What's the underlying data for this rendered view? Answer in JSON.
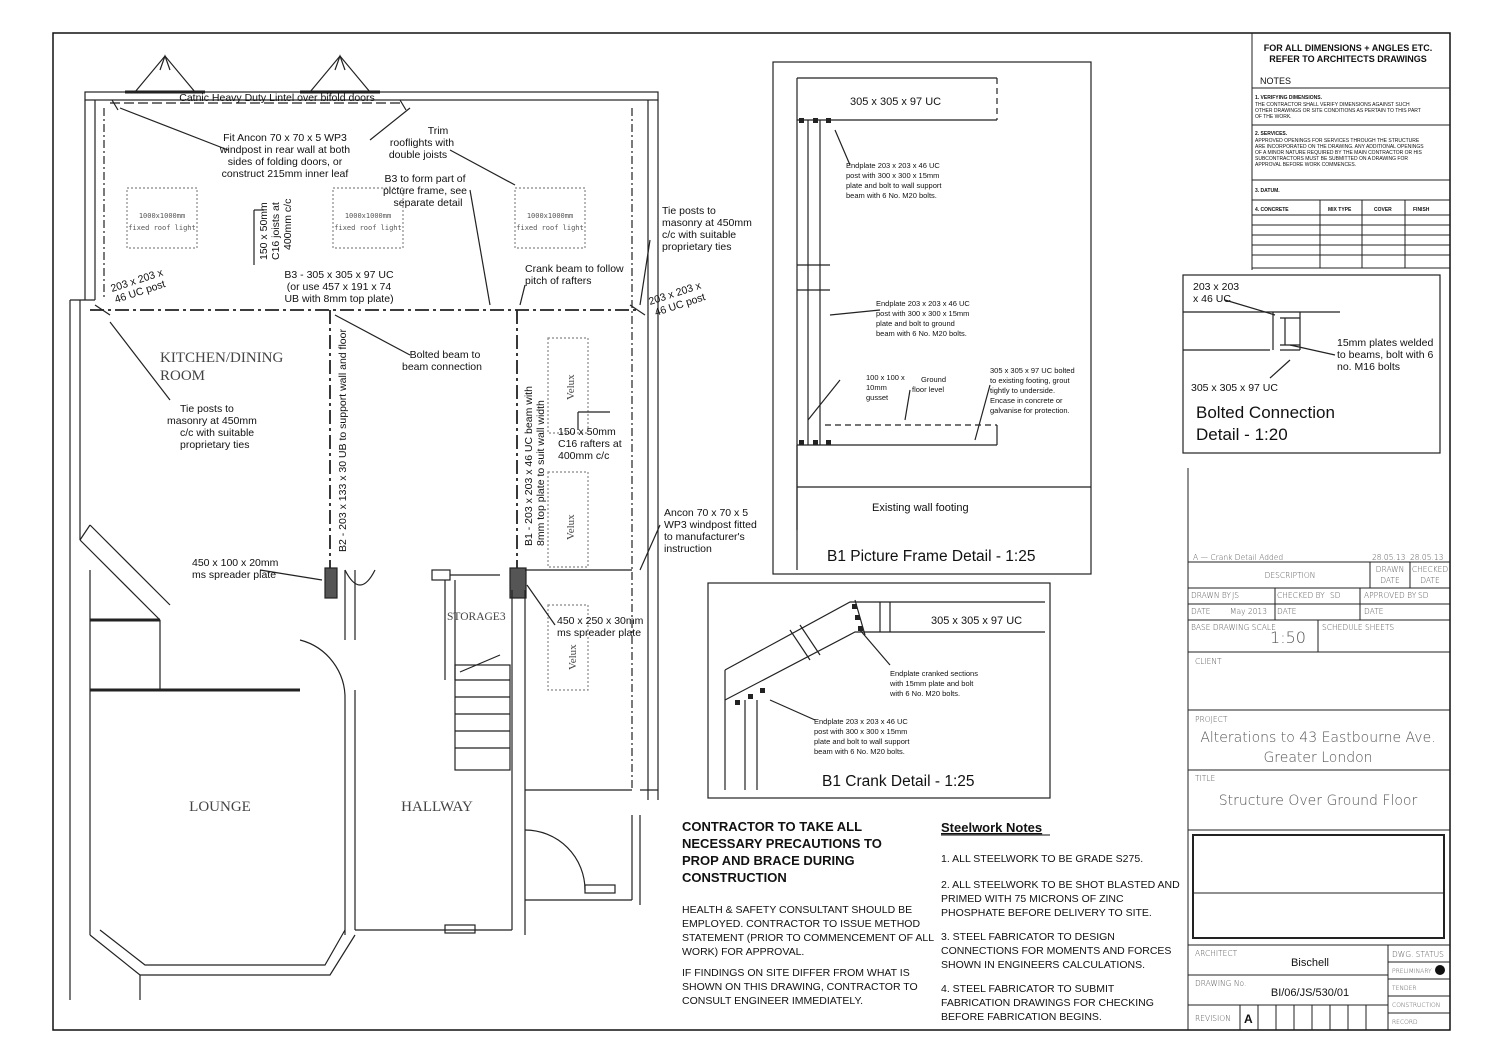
{
  "plan": {
    "lintel": "Catnic Heavy Duty Lintel over bifold doors",
    "windpost_note": [
      "Fit Ancon 70 x 70 x 5 WP3",
      "windpost in rear wall at both",
      "sides of folding doors, or",
      "construct 215mm inner leaf"
    ],
    "trim_note": [
      "Trim",
      "rooflights with",
      "double joists"
    ],
    "b3_frame_note": [
      "B3 to form part of",
      "picture frame, see",
      "separate detail"
    ],
    "rooflight_label": [
      "1000x1000mm",
      "fixed roof light"
    ],
    "joists_note": [
      "150 x 50mm",
      "C16 joists at",
      "400mm c/c"
    ],
    "tie_posts_top": [
      "Tie posts to",
      "masonry at 450mm",
      "c/c with suitable",
      "proprietary ties"
    ],
    "post_left": [
      "203 x 203 x",
      "46 UC post"
    ],
    "post_right": [
      "203 x 203 x",
      "46 UC post"
    ],
    "b3_note": [
      "B3 - 305 x 305 x 97 UC",
      "(or use 457 x 191 x 74",
      "UB with 8mm top plate)"
    ],
    "crank_note": [
      "Crank beam to follow",
      "pitch of rafters"
    ],
    "room_kitchen": [
      "KITCHEN/DINING",
      "ROOM"
    ],
    "bolted_note": [
      "Bolted beam to",
      "beam connection"
    ],
    "tie_posts_left": [
      "Tie posts to",
      "masonry at 450mm",
      "c/c with suitable",
      "proprietary ties"
    ],
    "b2_label": "B2 - 203 x 133 x 30 UB to support wall and floor",
    "b1_label": [
      "B1 - 203 x 203 x 46 UC beam with",
      "8mm top plate to suit wall width"
    ],
    "velux": "Velux",
    "rafters_note": [
      "150 x 50mm",
      "C16 rafters at",
      "400mm c/c"
    ],
    "windpost_right": [
      "Ancon 70 x 70 x 5",
      "WP3 windpost fitted",
      "to manufacturer's",
      "instruction"
    ],
    "spreader_left": [
      "450 x 100 x 20mm",
      "ms spreader plate"
    ],
    "spreader_right": [
      "450 x 250 x 30mm",
      "ms spreader plate"
    ],
    "room_storage": "STORAGE3",
    "room_lounge": "LOUNGE",
    "room_hallway": "HALLWAY"
  },
  "picture_frame": {
    "beam": "305 x 305 x 97 UC",
    "endplate_top": [
      "Endplate 203 x 203 x 46 UC",
      "post with 300 x 300 x 15mm",
      "plate and bolt to wall support",
      "beam with 6 No. M20 bolts."
    ],
    "endplate_bottom": [
      "Endplate 203 x 203 x 46 UC",
      "post with 300 x 300 x 15mm",
      "plate and bolt to ground",
      "beam with 6 No. M20 bolts."
    ],
    "gusset": [
      "100 x 100 x",
      "10mm",
      "gusset"
    ],
    "ground_floor": [
      "Ground",
      "floor level"
    ],
    "bottom_beam": [
      "305 x 305 x 97 UC bolted",
      "to existing footing, grout",
      "tightly to underside.",
      "Encase in concrete or",
      "galvanise for protection."
    ],
    "footing": "Existing wall footing",
    "title": "B1 Picture Frame Detail - 1:25"
  },
  "crank_detail": {
    "beam": "305 x 305 x 97 UC",
    "endplate_crank": [
      "Endplate cranked sections",
      "with 15mm plate and bolt",
      "with 6 No. M20 bolts."
    ],
    "endplate_post": [
      "Endplate 203 x 203 x 46 UC",
      "post with 300 x 300 x 15mm",
      "plate and bolt to wall support",
      "beam with 6 No. M20 bolts."
    ],
    "title": "B1 Crank Detail - 1:25"
  },
  "bolted_connection": {
    "post": [
      "203 x 203",
      "x 46 UC"
    ],
    "plates": [
      "15mm plates welded",
      "to beams, bolt with 6",
      "no. M16 bolts"
    ],
    "beam": "305 x 305 x 97 UC",
    "title": [
      "Bolted Connection",
      "Detail - 1:20"
    ]
  },
  "notes_panel": {
    "header": [
      "FOR ALL DIMENSIONS + ANGLES ETC.",
      "REFER TO ARCHITECTS DRAWINGS"
    ],
    "notes_title": "NOTES",
    "n1_title": "1. VERIFYING DIMENSIONS.",
    "n1_body": [
      "THE CONTRACTOR SHALL VERIFY DIMENSIONS AGAINST SUCH",
      "OTHER DRAWINGS OR SITE CONDITIONS AS PERTAIN TO THIS PART",
      "OF THE WORK."
    ],
    "n2_title": "2. SERVICES.",
    "n2_body": [
      "APPROVED OPENINGS FOR SERVICES THROUGH THE STRUCTURE",
      "ARE INCORPORATED ON THE DRAWING. ANY ADDITIONAL OPENINGS",
      "OF A MINOR NATURE REQUIRED BY THE MAIN CONTRACTOR OR HIS",
      "SUBCONTRACTORS MUST BE SUBMITTED ON A DRAWING FOR",
      "APPROVAL BEFORE WORK COMMENCES."
    ],
    "n3_title": "3. DATUM.",
    "concrete_cols": [
      "4. CONCRETE",
      "MIX TYPE",
      "COVER",
      "FINISH"
    ]
  },
  "contractor": {
    "heading": [
      "CONTRACTOR TO TAKE ALL",
      "NECESSARY PRECAUTIONS TO",
      "PROP AND BRACE DURING",
      "CONSTRUCTION"
    ],
    "para1": [
      "HEALTH & SAFETY CONSULTANT SHOULD BE",
      "EMPLOYED. CONTRACTOR TO ISSUE METHOD",
      "STATEMENT (PRIOR TO COMMENCEMENT OF ALL",
      "WORK) FOR APPROVAL."
    ],
    "para2": [
      "IF FINDINGS ON SITE DIFFER FROM WHAT IS",
      "SHOWN ON THIS DRAWING, CONTRACTOR TO",
      "CONSULT ENGINEER IMMEDIATELY."
    ]
  },
  "steelwork": {
    "title": "Steelwork Notes",
    "items": [
      [
        "1. ALL STEELWORK TO BE GRADE S275."
      ],
      [
        "2. ALL STEELWORK TO BE SHOT BLASTED AND",
        "PRIMED WITH 75 MICRONS OF ZINC",
        "PHOSPHATE BEFORE DELIVERY TO SITE."
      ],
      [
        "3. STEEL FABRICATOR TO DESIGN",
        "CONNECTIONS FOR MOMENTS AND FORCES",
        "SHOWN IN ENGINEERS CALCULATIONS."
      ],
      [
        "4. STEEL FABRICATOR TO SUBMIT",
        "FABRICATION DRAWINGS FOR CHECKING",
        "BEFORE FABRICATION BEGINS."
      ]
    ]
  },
  "title_block": {
    "revision_text": "A — Crank Detail Added",
    "rev_date1": "28.05.13",
    "rev_date2": "28.05.13",
    "description": "DESCRIPTION",
    "drawn_date": [
      "DRAWN",
      "DATE"
    ],
    "checked_date": [
      "CHECKED",
      "DATE"
    ],
    "drawn_by_label": "DRAWN BY",
    "drawn_by": "JS",
    "checked_by_label": "CHECKED BY",
    "checked_by": "SD",
    "approved_by_label": "APPROVED BY",
    "approved_by": "SD",
    "date_label": "DATE",
    "date": "May 2013",
    "date2_label": "DATE",
    "date3_label": "DATE",
    "scale_label": "BASE DRAWING SCALE",
    "scale": "1:50",
    "schedule": "SCHEDULE SHEETS",
    "client_label": "CLIENT",
    "project_label": "PROJECT",
    "project": [
      "Alterations to 43 Eastbourne Ave.",
      "Greater London"
    ],
    "title_label": "TITLE",
    "title": "Structure Over Ground Floor",
    "architect_label": "ARCHITECT",
    "architect": "Bischell",
    "dwg_status_label": "DWG. STATUS",
    "status_items": [
      "PRELIMINARY",
      "TENDER",
      "CONSTRUCTION",
      "RECORD"
    ],
    "drawing_no_label": "DRAWING No.",
    "drawing_no": "BI/06/JS/530/01",
    "revision_label": "REVISION",
    "revision": "A"
  }
}
